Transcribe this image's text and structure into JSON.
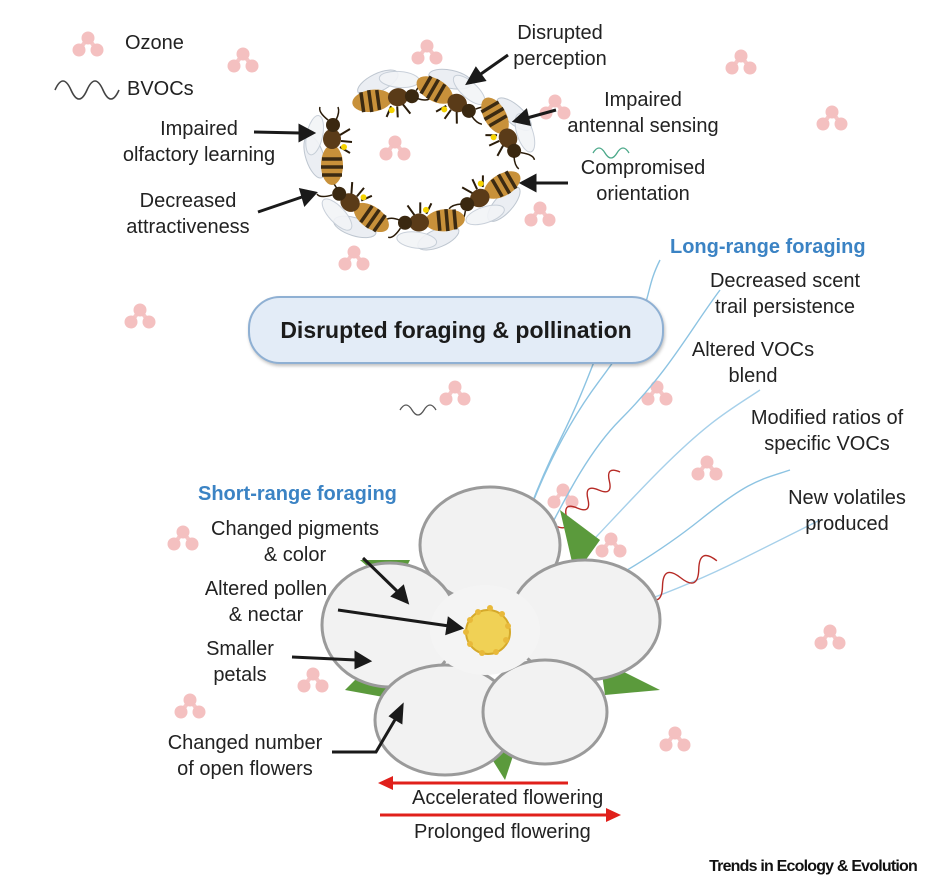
{
  "legend": {
    "ozone": "Ozone",
    "bvocs": "BVOCs"
  },
  "bee_effects": {
    "disrupted_perception": "Disrupted\nperception",
    "impaired_antennal": "Impaired\nantennal sensing",
    "compromised_orientation": "Compromised\norientation",
    "impaired_olfactory": "Impaired\nolfactory learning",
    "decreased_attractiveness": "Decreased\nattractiveness"
  },
  "center_label": "Disrupted foraging & pollination",
  "long_range": {
    "title": "Long-range foraging",
    "items": [
      "Decreased scent\ntrail persistence",
      "Altered VOCs\nblend",
      "Modified ratios of\nspecific VOCs",
      "New volatiles\nproduced"
    ]
  },
  "short_range": {
    "title": "Short-range foraging",
    "items": [
      "Changed pigments\n& color",
      "Altered pollen\n& nectar",
      "Smaller\npetals",
      "Changed number\nof open flowers"
    ]
  },
  "flowering": {
    "accelerated": "Accelerated flowering",
    "prolonged": "Prolonged flowering"
  },
  "brand": "Trends in Ecology & Evolution",
  "colors": {
    "ozone": "#f4c2c2",
    "title_blue": "#3b83c4",
    "arrow_red": "#e0201b",
    "pill_fill": "#e3ecf7",
    "wave_blue": "#8cc3e2",
    "wave_red": "#b62a25",
    "bee_body": "#c08a30"
  }
}
